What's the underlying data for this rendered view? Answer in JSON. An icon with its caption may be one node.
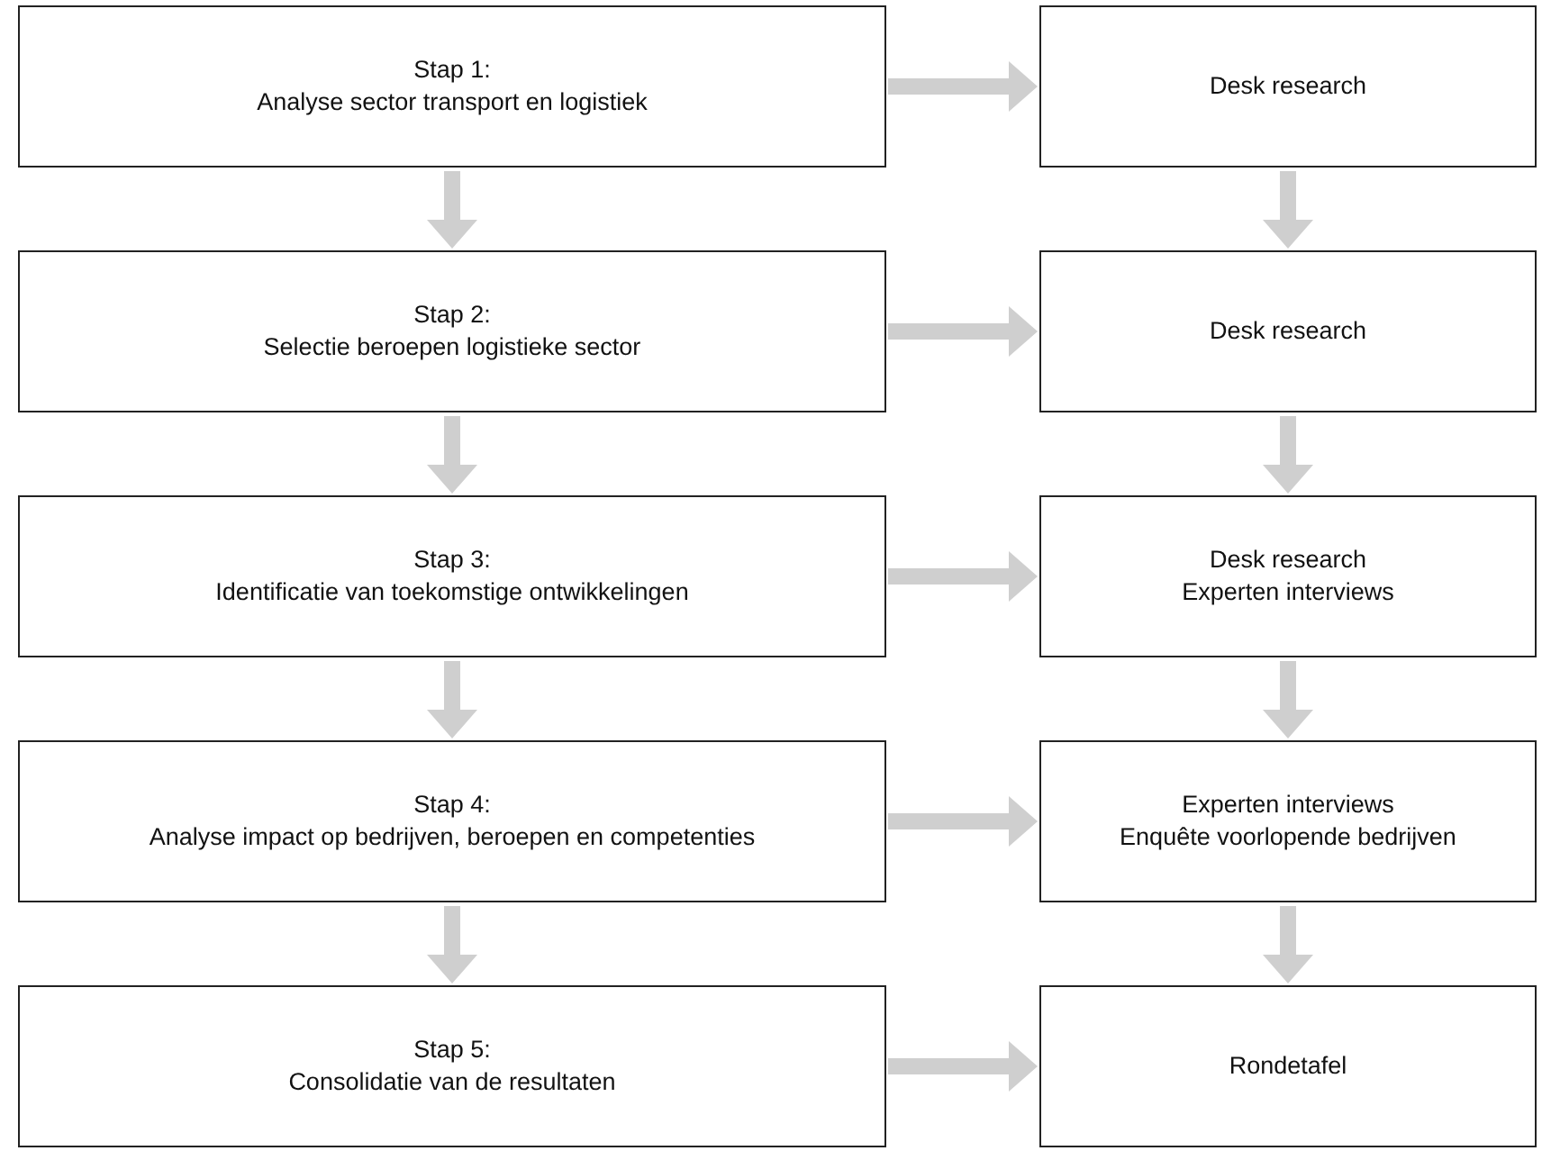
{
  "diagram": {
    "nodes": [
      {
        "text": [
          "Stap 1:",
          "Analyse sector transport en logistiek"
        ]
      },
      {
        "text": [
          "Desk research"
        ]
      },
      {
        "text": [
          "Stap 2:",
          "Selectie beroepen logistieke sector"
        ]
      },
      {
        "text": [
          "Desk research"
        ]
      },
      {
        "text": [
          "Stap 3:",
          "Identificatie van toekomstige ontwikkelingen"
        ]
      },
      {
        "text": [
          "Desk research",
          "Experten interviews"
        ]
      },
      {
        "text": [
          "Stap 4:",
          "Analyse impact op bedrijven, beroepen en competenties"
        ]
      },
      {
        "text": [
          "Experten interviews",
          "Enquête voorlopende bedrijven"
        ]
      },
      {
        "text": [
          "Stap 5:",
          "Consolidatie van de resultaten"
        ]
      },
      {
        "text": [
          "Rondetafel"
        ]
      }
    ],
    "edges": [
      {
        "from": 0,
        "to": 1,
        "arrow": "to"
      },
      {
        "from": 2,
        "to": 3,
        "arrow": "to"
      },
      {
        "from": 4,
        "to": 5,
        "arrow": "to"
      },
      {
        "from": 6,
        "to": 7,
        "arrow": "to"
      },
      {
        "from": 8,
        "to": 9,
        "arrow": "to"
      },
      {
        "from": 0,
        "to": 2,
        "arrow": "to"
      },
      {
        "from": 2,
        "to": 4,
        "arrow": "to"
      },
      {
        "from": 4,
        "to": 6,
        "arrow": "to"
      },
      {
        "from": 6,
        "to": 8,
        "arrow": "to"
      },
      {
        "from": 1,
        "to": 3,
        "arrow": "to"
      },
      {
        "from": 3,
        "to": 5,
        "arrow": "to"
      },
      {
        "from": 5,
        "to": 7,
        "arrow": "to"
      },
      {
        "from": 7,
        "to": 9,
        "arrow": "to"
      }
    ]
  }
}
